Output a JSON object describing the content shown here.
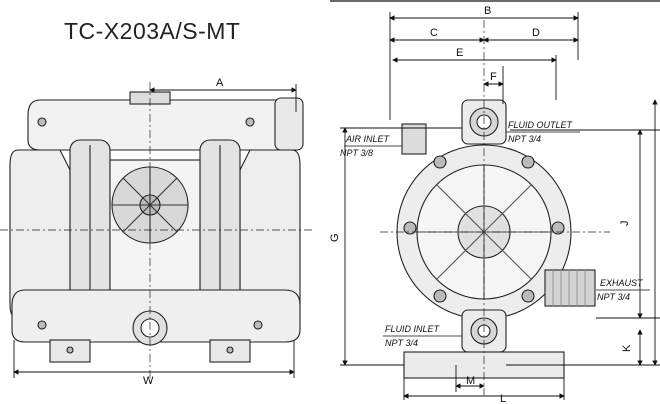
{
  "model_title": "TC-X203A/S-MT",
  "dimension_labels": {
    "A": "A",
    "B": "B",
    "C": "C",
    "D": "D",
    "E": "E",
    "F": "F",
    "G": "G",
    "J": "J",
    "K": "K",
    "L": "L",
    "M": "M",
    "W": "W"
  },
  "ports": {
    "air_inlet": {
      "name": "AIR INLET",
      "size": "NPT 3/8"
    },
    "fluid_outlet": {
      "name": "FLUID OUTLET",
      "size": "NPT 3/4"
    },
    "exhaust": {
      "name": "EXHAUST",
      "size": "NPT 3/4"
    },
    "fluid_inlet": {
      "name": "FLUID INLET",
      "size": "NPT 3/4"
    }
  },
  "views": [
    "front-view",
    "side-view"
  ]
}
